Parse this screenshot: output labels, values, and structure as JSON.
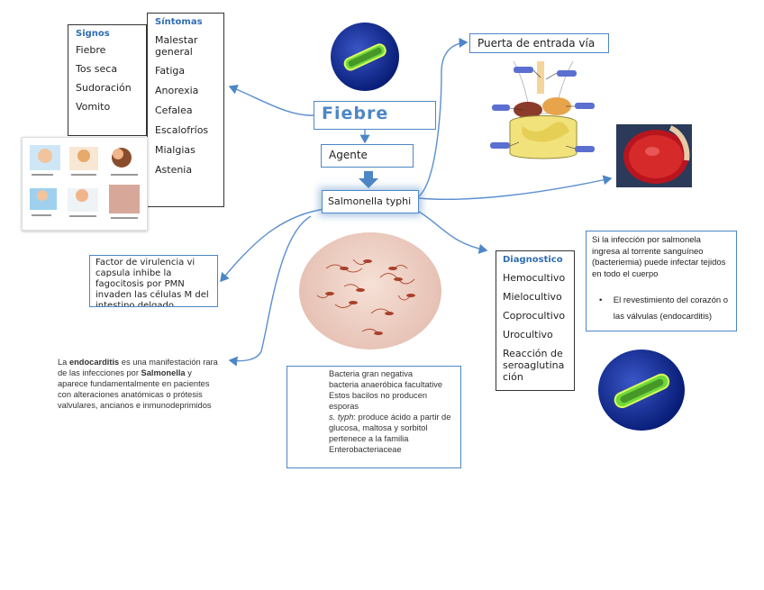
{
  "signos": {
    "title": "Signos",
    "items": [
      "Fiebre",
      "Tos seca",
      "Sudoración",
      "Vomito"
    ]
  },
  "sintomas": {
    "title": "Síntomas",
    "items": [
      "Malestar general",
      "Fatiga",
      "Anorexia",
      "Cefalea",
      "Escalofríos",
      "Mialgias",
      "Astenia"
    ]
  },
  "central": {
    "fiebre": "Fiebre",
    "agente": "Agente",
    "salmonella": "Salmonella typhi"
  },
  "puerta": "Puerta de entrada vía",
  "factor": "Factor de virulencia vi capsula inhibe la fagocitosis por PMN invaden las células M del intestino delgado",
  "endocarditis": {
    "part1": "La ",
    "bold1": "endocarditis",
    "part2": " es una manifestación rara de las infecciones por ",
    "bold2": "Salmonella",
    "part3": " y aparece fundamentalmente en pacientes con alteraciones anatómicas o prótesis valvulares, ancianos e inmunodeprimidos"
  },
  "bacteria": {
    "line1": "Bacteria gran negativa",
    "line2": "bacteria anaeróbica facultative",
    "line3": "Estos bacilos no producen esporas",
    "italic": "s. typh",
    "line4": ": produce ácido a partir de glucosa, maltosa y sorbitol pertenece a la familia Enterobacteriaceae"
  },
  "diagnostico": {
    "title": "Diagnostico",
    "items": [
      "Hemocultivo",
      "Mielocultivo",
      "Coprocultivo",
      "Urocultivo",
      "Reacción de seroaglutinación"
    ]
  },
  "infeccion": {
    "text": "Si la infección por salmonela ingresa al torrente sanguíneo (bacteriemia) puede infectar tejidos en todo el cuerpo",
    "bullet": "El revestimiento del corazón o las válvulas (endocarditis)"
  },
  "colors": {
    "accent": "#4d86c6",
    "heading": "#2f6db3"
  }
}
